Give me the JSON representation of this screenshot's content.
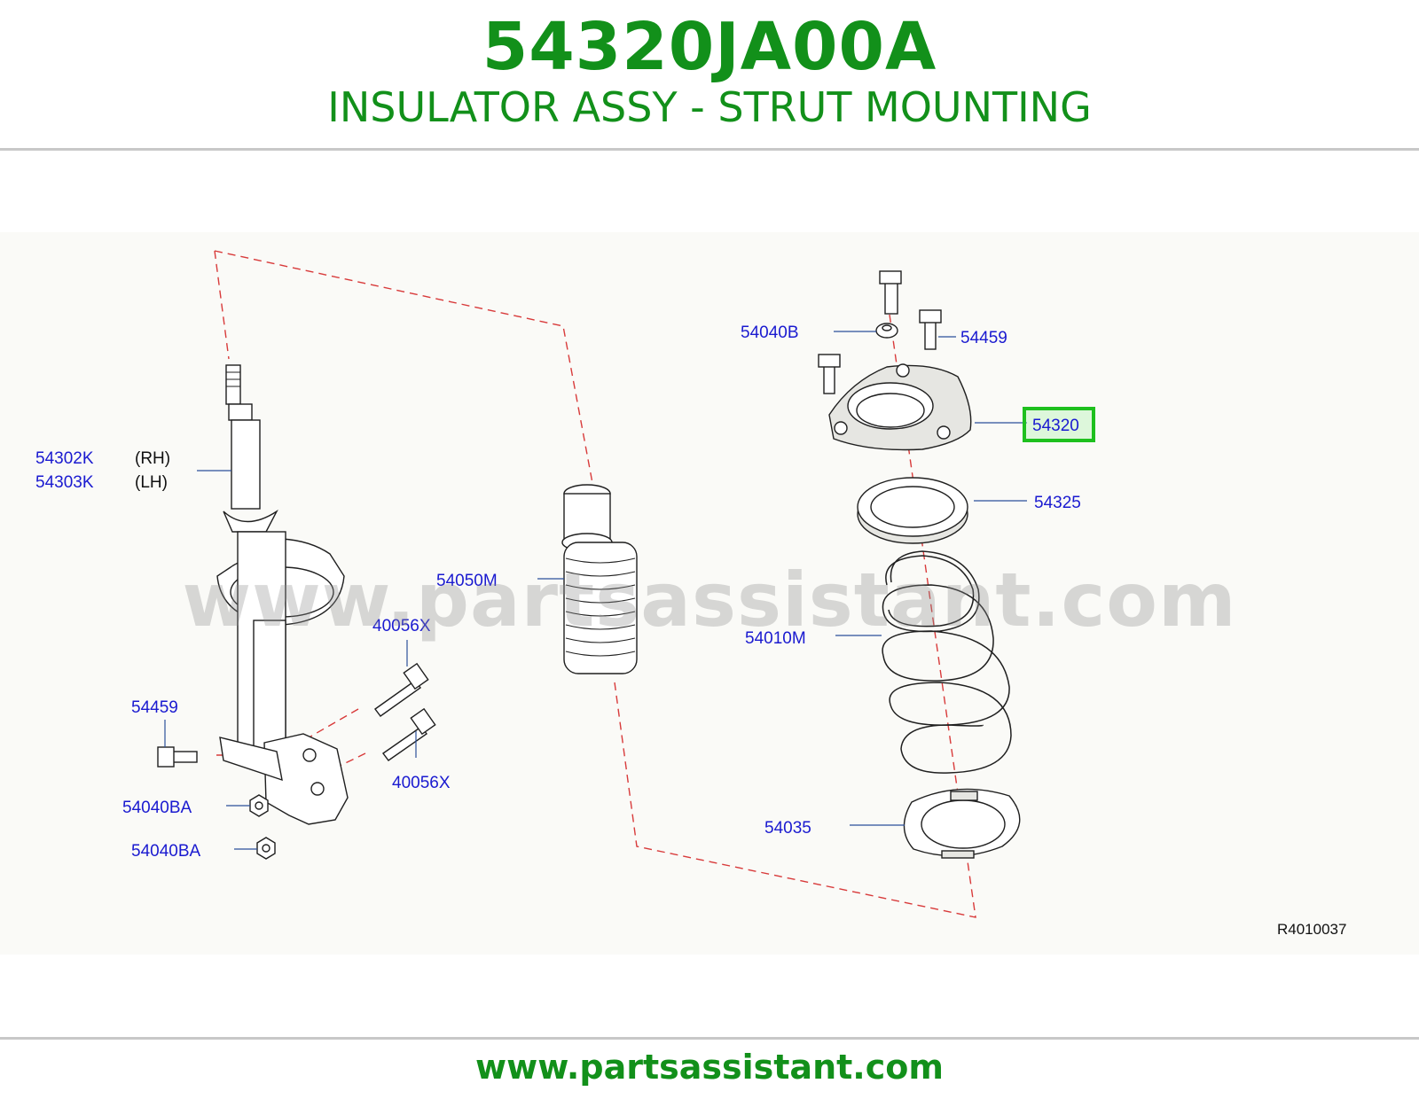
{
  "header": {
    "part_number": "54320JA00A",
    "part_name": "INSULATOR ASSY - STRUT MOUNTING"
  },
  "callouts": {
    "strut_rh": "54302K",
    "strut_lh": "54303K",
    "rh": "(RH)",
    "lh": "(LH)",
    "bolt_top_left": "54459",
    "bolt_1": "40056X",
    "bolt_2": "40056X",
    "nut_1": "54040BA",
    "nut_2": "54040BA",
    "bound_bumper": "54050M",
    "nut_top": "54040B",
    "bolt_top_right": "54459",
    "insulator": "54320",
    "bearing": "54325",
    "spring": "54010M",
    "seat": "54035"
  },
  "highlight_color": "#1ec01e",
  "reference_code": "R4010037",
  "watermark": "www.partsassistant.com",
  "footer": {
    "url": "www.partsassistant.com"
  }
}
